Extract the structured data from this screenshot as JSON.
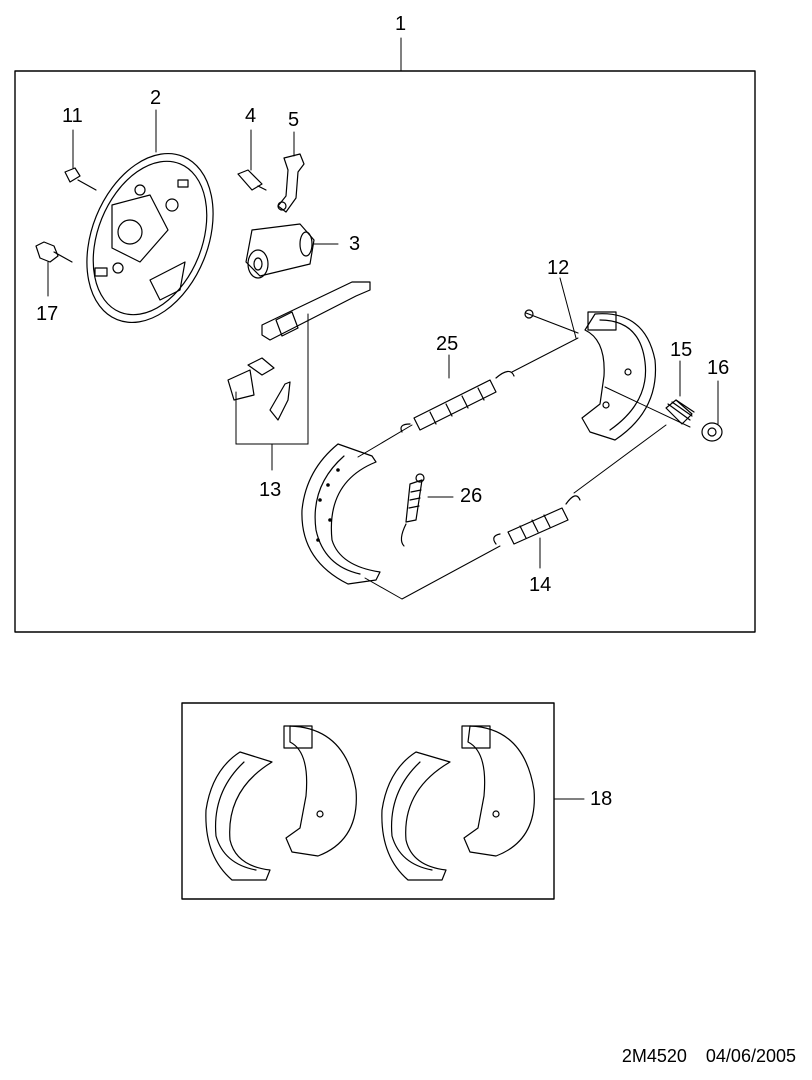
{
  "callouts": {
    "c1": "1",
    "c2": "2",
    "c3": "3",
    "c4": "4",
    "c5": "5",
    "c11": "11",
    "c12": "12",
    "c13": "13",
    "c14": "14",
    "c15": "15",
    "c16": "16",
    "c17": "17",
    "c18": "18",
    "c25": "25",
    "c26": "26"
  },
  "footer": {
    "drawing_number": "2M4520",
    "date": "04/06/2005"
  }
}
